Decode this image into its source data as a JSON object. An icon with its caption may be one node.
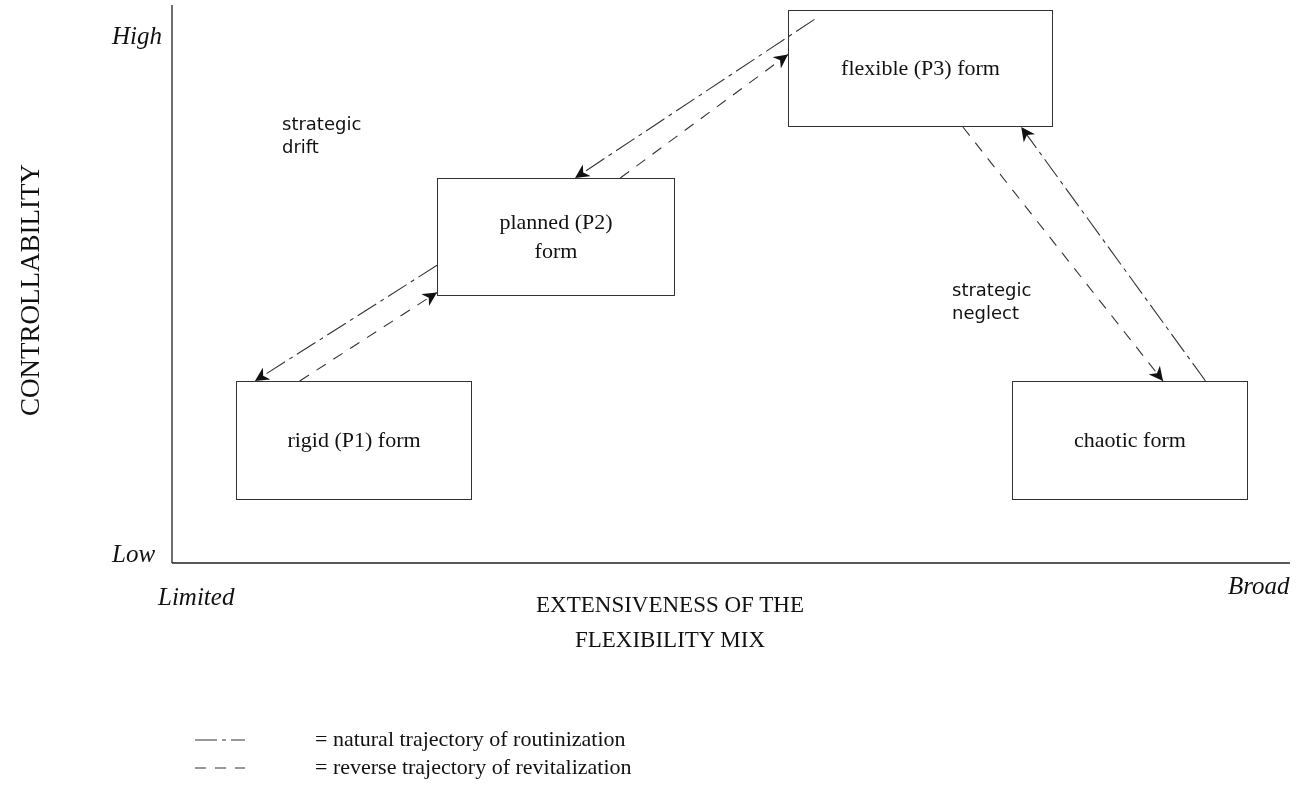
{
  "diagram": {
    "nodes": [
      {
        "text": [
          "rigid (P1) form"
        ]
      },
      {
        "text": [
          "planned (P2) form"
        ]
      },
      {
        "text": [
          "flexible (P3) form"
        ]
      },
      {
        "text": [
          "chaotic form"
        ]
      }
    ],
    "edges": [
      {
        "from": 2,
        "to": 1,
        "arrow": "to"
      },
      {
        "from": 1,
        "to": 2,
        "arrow": "to",
        "style": "dashed"
      },
      {
        "from": 1,
        "to": 0,
        "arrow": "to"
      },
      {
        "from": 0,
        "to": 1,
        "arrow": "to",
        "style": "dashed"
      },
      {
        "from": 3,
        "to": 2,
        "arrow": "to"
      },
      {
        "from": 2,
        "to": 3,
        "arrow": "to",
        "style": "dashed"
      }
    ],
    "labels": [
      "High",
      "Low",
      "CONTROLLABILITY",
      "Limited",
      "Broad",
      "EXTENSIVENESS OF THE FLEXIBILITY MIX",
      "strategic drift",
      "strategic neglect"
    ],
    "legend": [
      {
        "text": "= natural trajectory of routinization"
      },
      {
        "text": "= reverse trajectory of revitalization"
      }
    ]
  }
}
